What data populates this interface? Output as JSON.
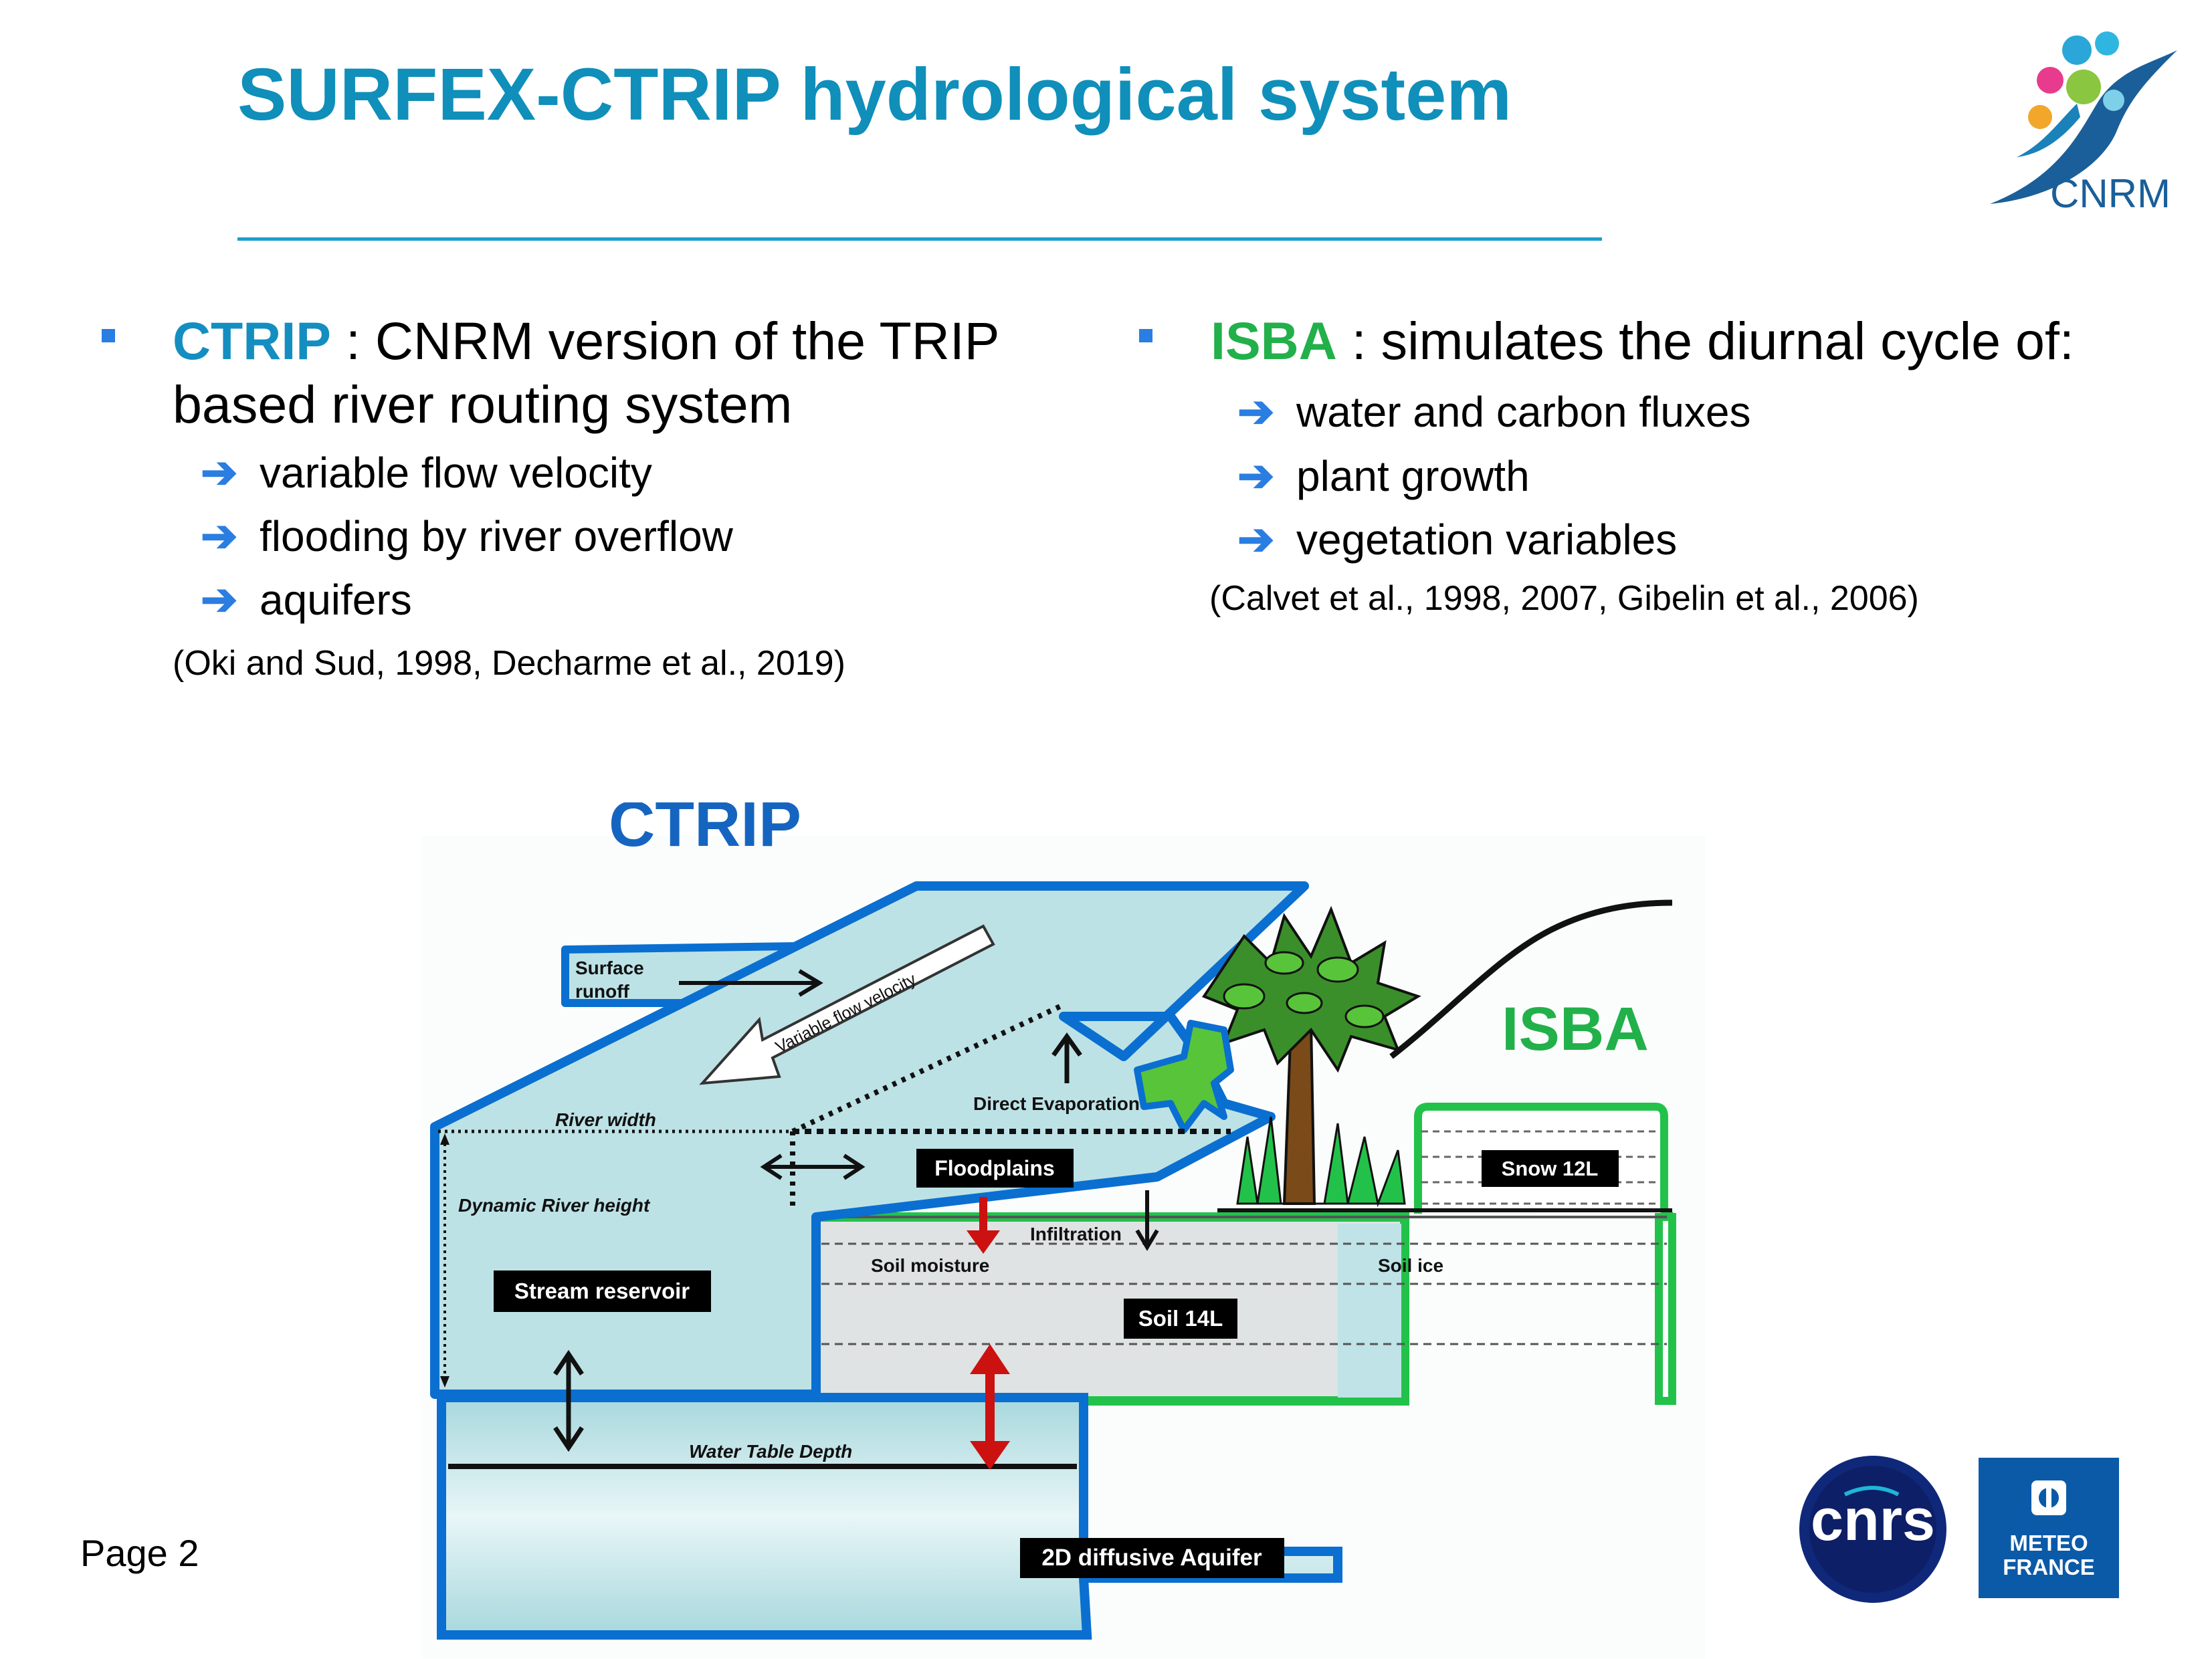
{
  "title": "SURFEX-CTRIP hydrological system",
  "page_label": "Page 2",
  "left": {
    "keyword": "CTRIP",
    "text": " : CNRM version of the TRIP based river routing system",
    "items": [
      "variable flow velocity",
      "flooding by river overflow",
      "aquifers"
    ],
    "reference": "(Oki and Sud, 1998, Decharme et al., 2019)"
  },
  "right": {
    "keyword": "ISBA",
    "text": " : simulates the diurnal cycle of:",
    "items": [
      "water and carbon fluxes",
      "plant growth",
      "vegetation variables"
    ],
    "reference": "(Calvet et al., 1998, 2007, Gibelin et al., 2006)"
  },
  "diagram": {
    "ctrip_label": "CTRIP",
    "isba_label": "ISBA",
    "surface_runoff": [
      "Surface",
      "runoff"
    ],
    "variable_flow_velocity": "Variable flow velocity",
    "direct_evaporation": "Direct Evaporation",
    "river_width": "River width",
    "dynamic_river_height": "Dynamic River height",
    "floodplains": "Floodplains",
    "snow": "Snow 12L",
    "infiltration": "Infiltration",
    "soil_moisture": "Soil moisture",
    "soil_ice": "Soil ice",
    "stream_reservoir": "Stream reservoir",
    "soil": "Soil 14L",
    "water_table_depth": "Water Table Depth",
    "aquifer": "2D diffusive Aquifer"
  },
  "logos": {
    "cnrm": "CNRM",
    "cnrs": "cnrs",
    "meteo": [
      "METEO",
      "FRANCE"
    ]
  },
  "colors": {
    "title": "#0f8fba",
    "ctrip": "#148ec0",
    "isba": "#22b04a",
    "bullet": "#2a7de1",
    "ctrip_outline": "#0a6fd0",
    "isba_outline": "#22c24a",
    "water": "#bde2e6",
    "flux_arrow": "#cc1111"
  }
}
